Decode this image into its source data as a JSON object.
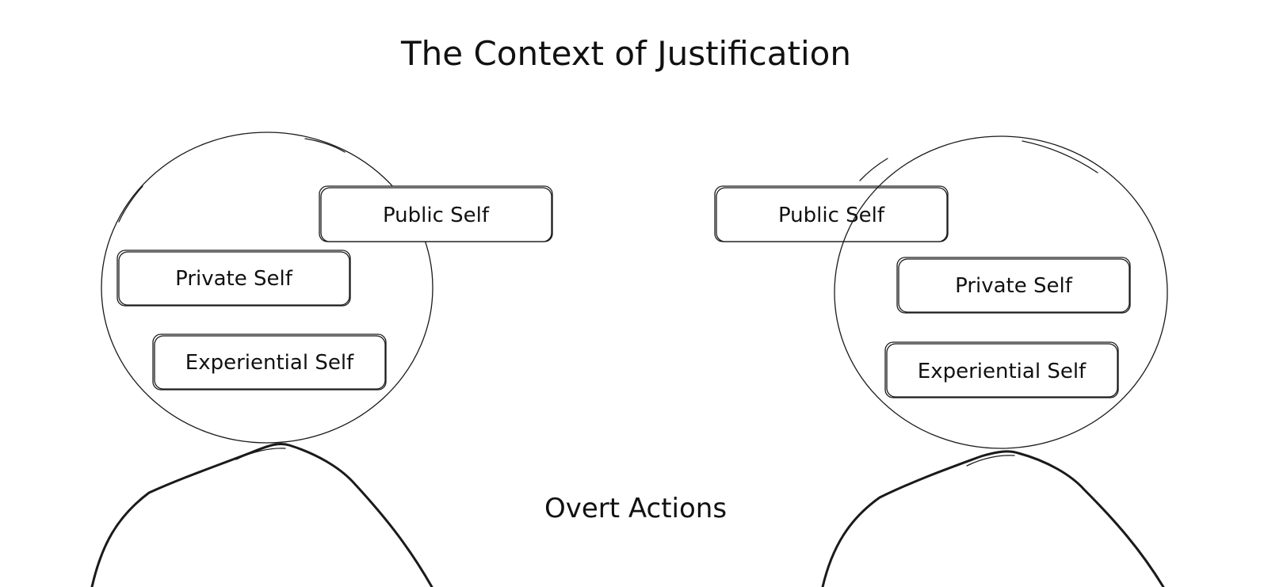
{
  "diagram": {
    "title": "The Context of Justification",
    "center_label": "Overt Actions",
    "left_person": {
      "public_self": "Public Self",
      "private_self": "Private Self",
      "experiential_self": "Experiential Self"
    },
    "right_person": {
      "public_self": "Public Self",
      "private_self": "Private Self",
      "experiential_self": "Experiential Self"
    }
  },
  "colors": {
    "stroke": "#1a1a1a",
    "background": "#ffffff"
  }
}
